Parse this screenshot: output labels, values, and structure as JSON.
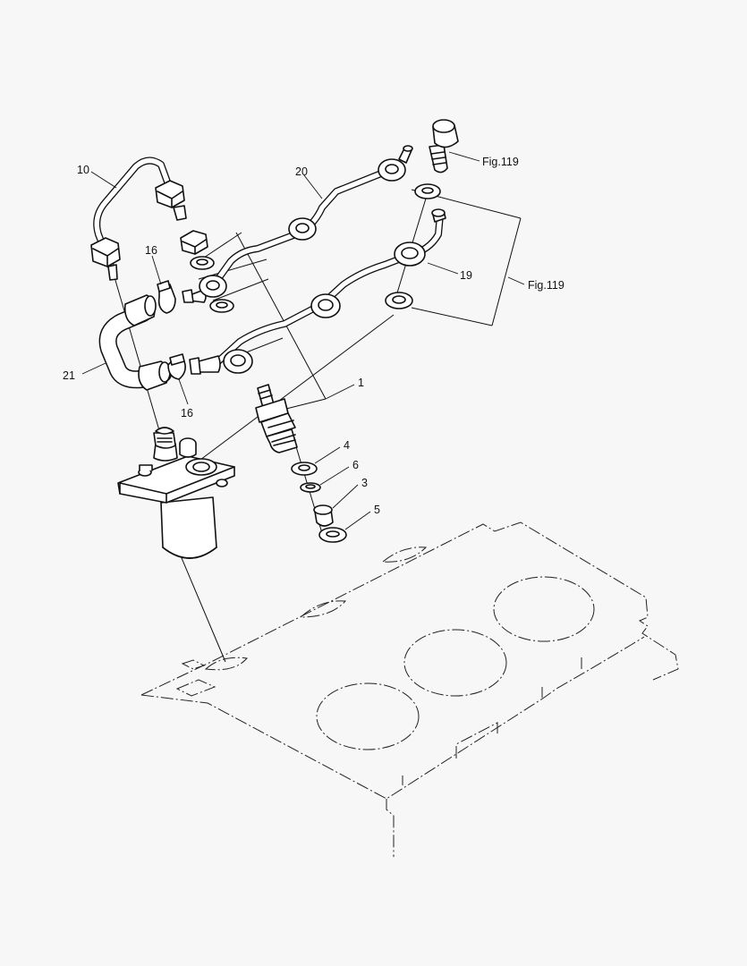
{
  "callouts": {
    "c10": "10",
    "c20": "20",
    "c16a": "16",
    "c16b": "16",
    "c21": "21",
    "c19": "19",
    "c1": "1",
    "c4": "4",
    "c6": "6",
    "c3": "3",
    "c5": "5",
    "fig_ref_bolt": "Fig.119",
    "fig_ref_group": "Fig.119"
  }
}
